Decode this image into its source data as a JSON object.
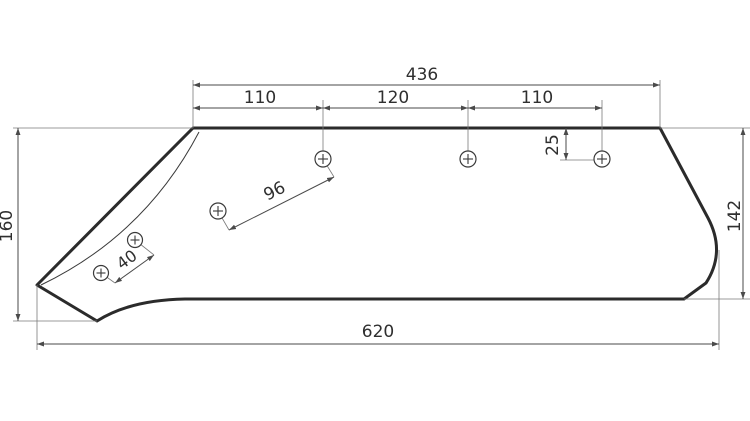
{
  "dimensions": {
    "top_total": "436",
    "seg_left": "110",
    "seg_mid": "120",
    "seg_right": "110",
    "hole_offset": "25",
    "left_height": "160",
    "right_height": "142",
    "bottom_total": "620",
    "hole_pitch_upper": "96",
    "hole_pitch_lower": "40"
  },
  "colors": {
    "outline": "#2b2b2b",
    "dimension_line": "#4a4a4a",
    "text": "#2f2f2f",
    "background": "#ffffff"
  },
  "icons": {
    "hole": "circled-plus"
  }
}
